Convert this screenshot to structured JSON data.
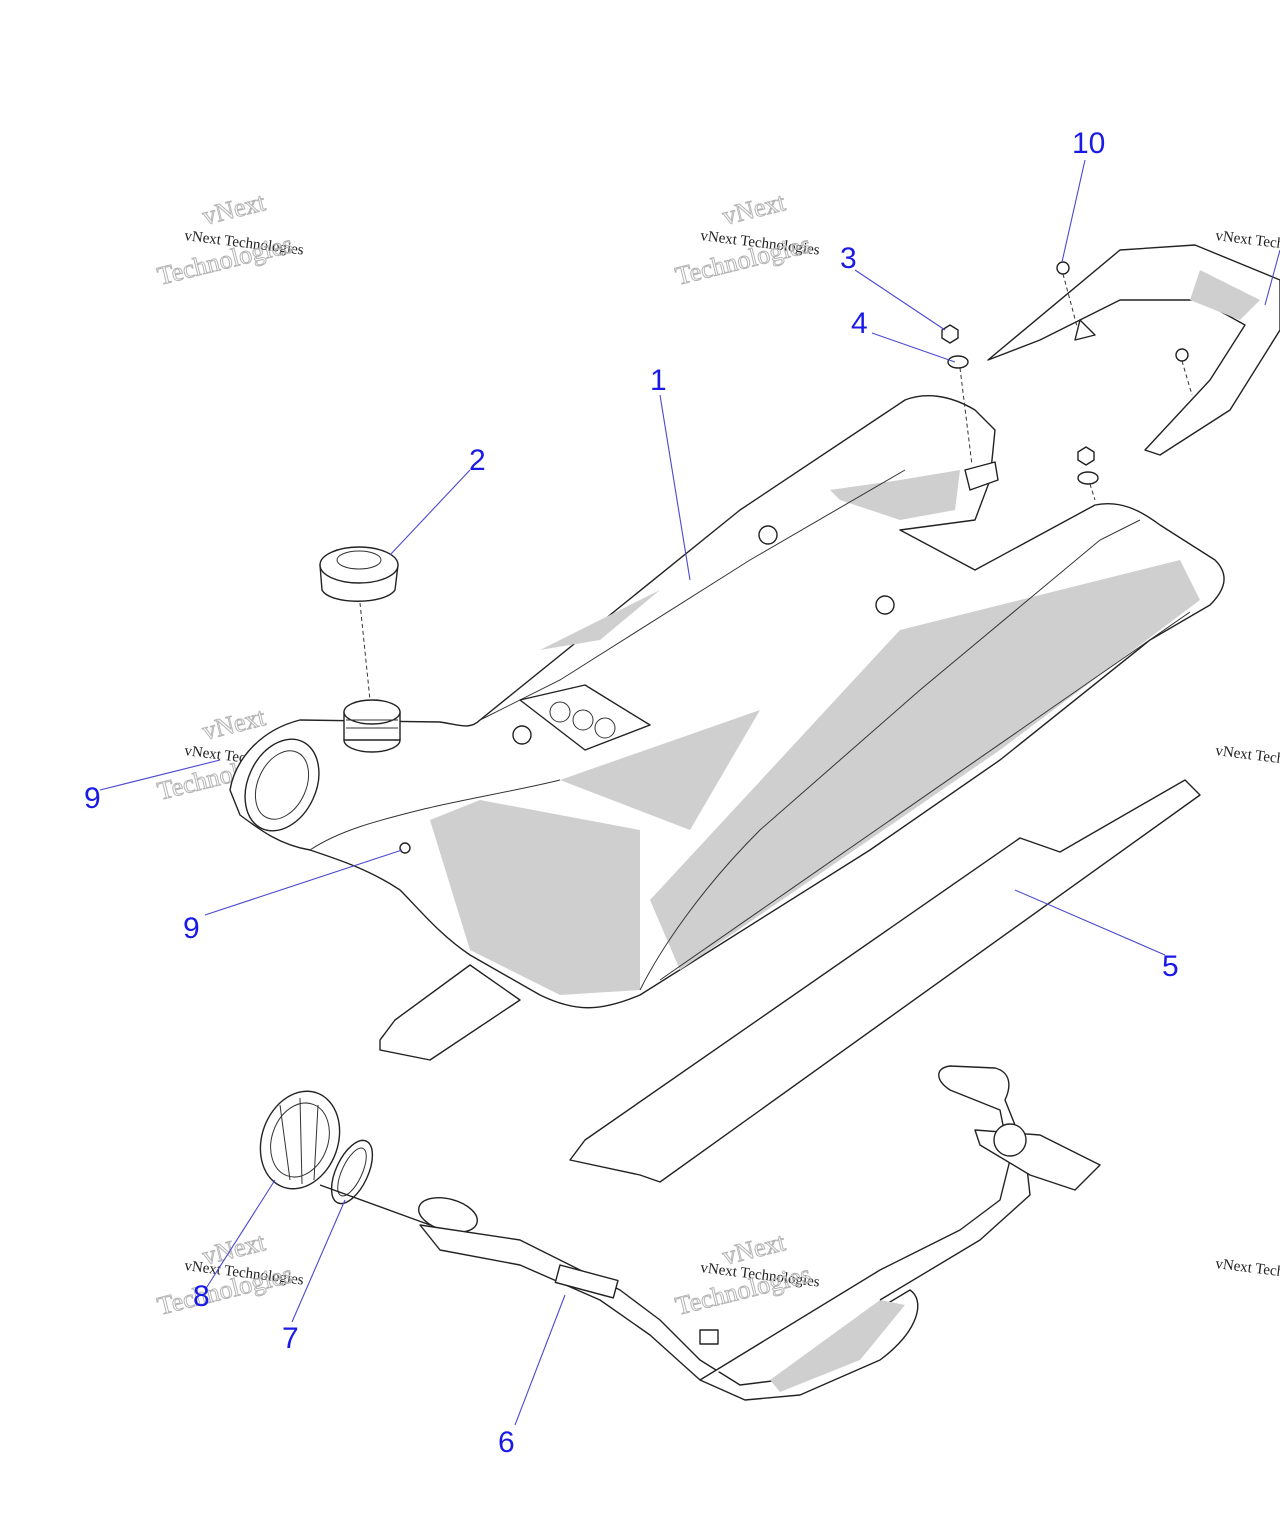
{
  "diagram": {
    "callouts": [
      "1",
      "2",
      "3",
      "4",
      "5",
      "6",
      "7",
      "8",
      "9",
      "9",
      "10"
    ],
    "watermark": {
      "line1": "vNext Technologies",
      "line2": "vNext",
      "line3": "Technologies"
    }
  }
}
